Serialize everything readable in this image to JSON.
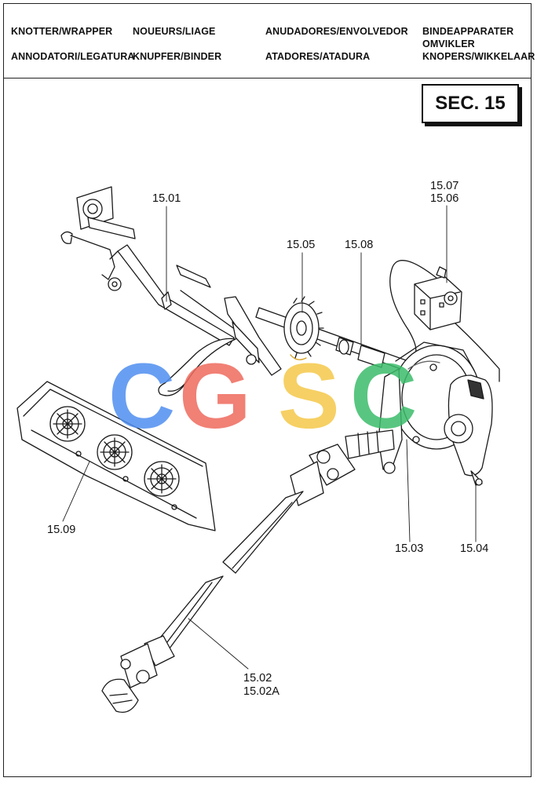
{
  "header": {
    "col1_line1": "KNOTTER/WRAPPER",
    "col1_line2": "ANNODATORI/LEGATURA",
    "col2_line1": "NOUEURS/LIAGE",
    "col2_line2": "KNUPFER/BINDER",
    "col3_line1": "ANUDADORES/ENVOLVEDOR",
    "col3_line2": "ATADORES/ATADURA",
    "col4_line1": "BINDEAPPARATER",
    "col4_line2": "OMVIKLER",
    "col4_line3": "KNOPERS/WIKKELAAR"
  },
  "section": {
    "label": "SEC. 15"
  },
  "callouts": {
    "p1501": "15.01",
    "p1505": "15.05",
    "p1508": "15.08",
    "p1507": "15.07",
    "p1506": "15.06",
    "p1509": "15.09",
    "p1503": "15.03",
    "p1504": "15.04",
    "p1502": "15.02",
    "p1502a": "15.02A"
  },
  "watermark": {
    "letters": [
      "C",
      "G",
      "S",
      "C"
    ],
    "colors": [
      "#4f8ff0",
      "#ef6b5e",
      "#f5c84a",
      "#3cbd6a"
    ]
  }
}
